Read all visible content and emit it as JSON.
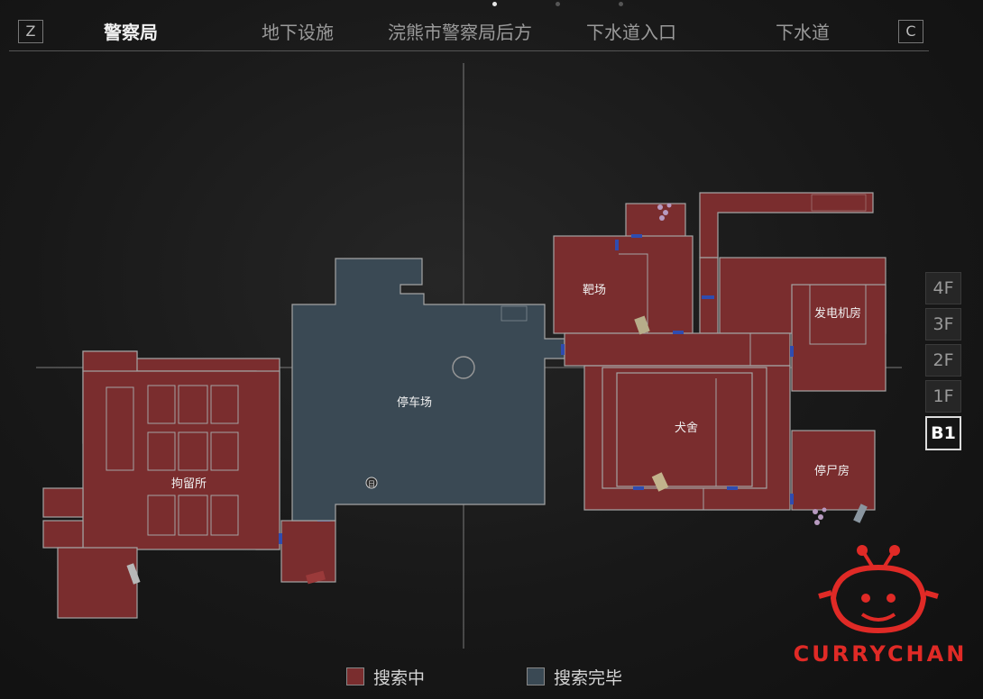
{
  "pager": {
    "count": 3,
    "active_index": 0
  },
  "topbar": {
    "left_key": "Z",
    "right_key": "C",
    "tabs": [
      {
        "label": "警察局",
        "active": true
      },
      {
        "label": "地下设施",
        "active": false
      },
      {
        "label": "浣熊市警察局后方",
        "active": false
      },
      {
        "label": "下水道入口",
        "active": false
      },
      {
        "label": "下水道",
        "active": false
      }
    ]
  },
  "map": {
    "rooms": {
      "shooting_range": "靶场",
      "generator_room": "发电机房",
      "parking": "停车场",
      "kennel": "犬舍",
      "holding_cells": "拘留所",
      "morgue": "停尸房"
    },
    "save_marker": "日"
  },
  "floors": [
    {
      "label": "4F",
      "active": false
    },
    {
      "label": "3F",
      "active": false
    },
    {
      "label": "2F",
      "active": false
    },
    {
      "label": "1F",
      "active": false
    },
    {
      "label": "B1",
      "active": true
    }
  ],
  "legend": [
    {
      "label": "搜索中",
      "color": "#7a2d2e"
    },
    {
      "label": "搜索完毕",
      "color": "#3a4954"
    }
  ],
  "colors": {
    "unsearched": "#7a2d2e",
    "searched": "#3a4954",
    "door": "#2f4cb0",
    "brand": "#e02a26"
  },
  "watermark": {
    "text": "CURRYCHAN"
  }
}
